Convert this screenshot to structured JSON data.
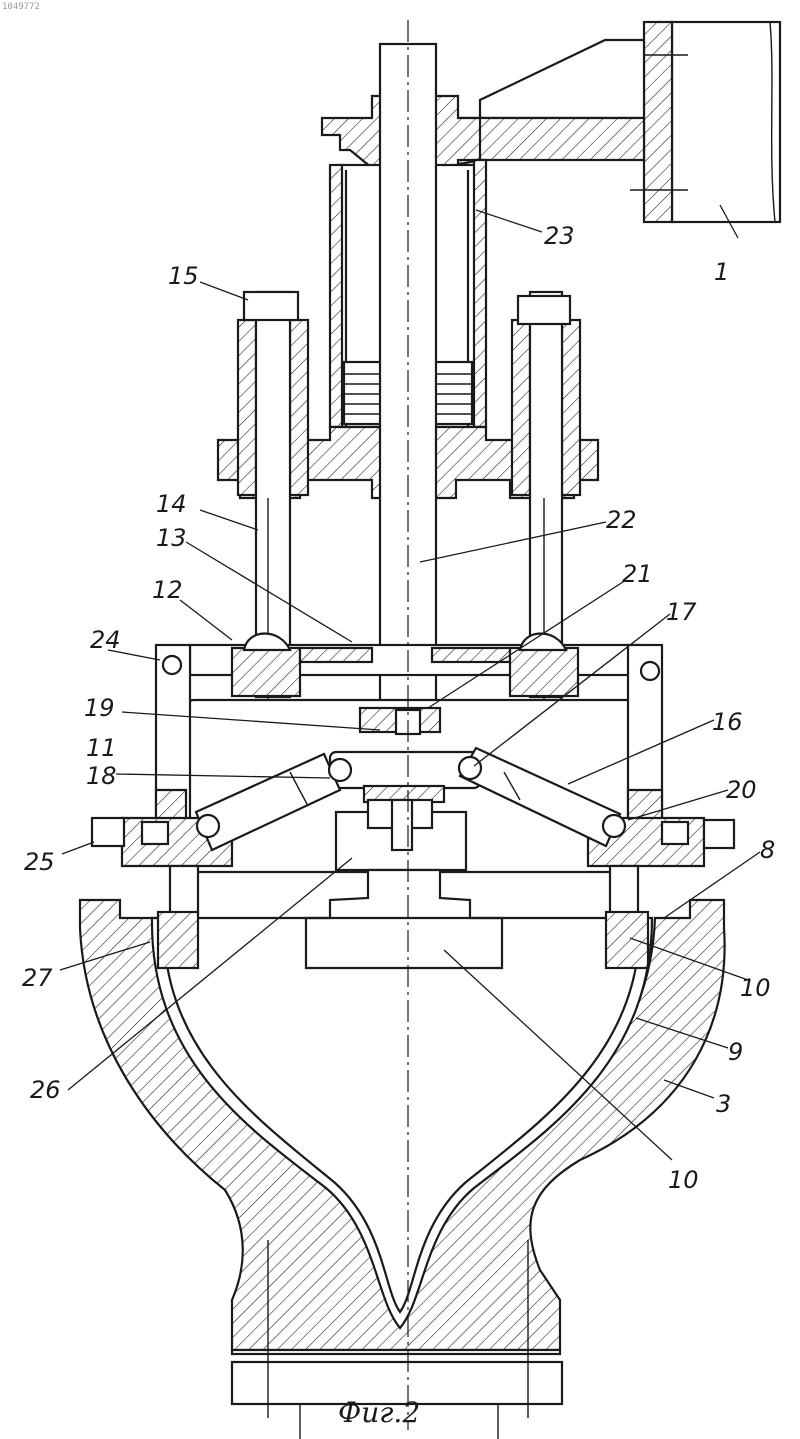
{
  "stamp": "1049772",
  "caption": "Фиг.2",
  "callouts": [
    {
      "id": "c1",
      "text": "1"
    },
    {
      "id": "c23",
      "text": "23"
    },
    {
      "id": "c15",
      "text": "15"
    },
    {
      "id": "c14",
      "text": "14"
    },
    {
      "id": "c13",
      "text": "13"
    },
    {
      "id": "c22",
      "text": "22"
    },
    {
      "id": "c12",
      "text": "12"
    },
    {
      "id": "c21",
      "text": "21"
    },
    {
      "id": "c17",
      "text": "17"
    },
    {
      "id": "c24",
      "text": "24"
    },
    {
      "id": "c19",
      "text": "19"
    },
    {
      "id": "c16",
      "text": "16"
    },
    {
      "id": "c11",
      "text": "11"
    },
    {
      "id": "c18",
      "text": "18"
    },
    {
      "id": "c20",
      "text": "20"
    },
    {
      "id": "c25",
      "text": "25"
    },
    {
      "id": "c8",
      "text": "8"
    },
    {
      "id": "c27",
      "text": "27"
    },
    {
      "id": "c10a",
      "text": "10"
    },
    {
      "id": "c9",
      "text": "9"
    },
    {
      "id": "c26",
      "text": "26"
    },
    {
      "id": "c3",
      "text": "3"
    },
    {
      "id": "c10b",
      "text": "10"
    }
  ]
}
